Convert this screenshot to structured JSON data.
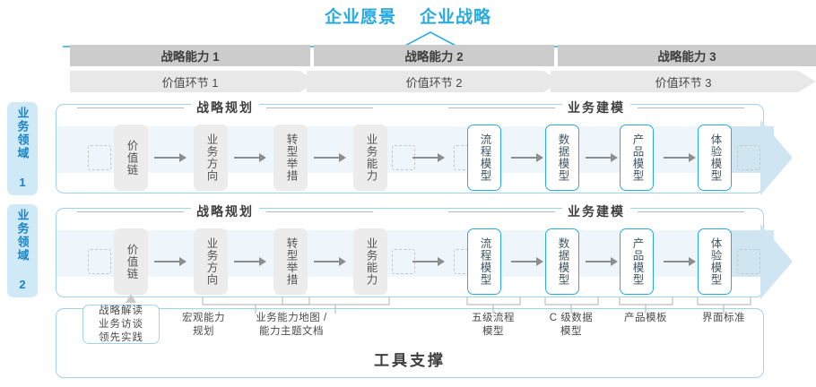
{
  "header": {
    "titles": [
      "企业愿景",
      "企业战略"
    ]
  },
  "capabilities": [
    {
      "label": "战略能力 1"
    },
    {
      "label": "战略能力 2"
    },
    {
      "label": "战略能力 3"
    }
  ],
  "value_chain": [
    {
      "label": "价值环节 1"
    },
    {
      "label": "价值环节 2"
    },
    {
      "label": "价值环节 3"
    }
  ],
  "domains": [
    {
      "label": "业务领域 1"
    },
    {
      "label": "业务领域 2"
    }
  ],
  "sections": [
    {
      "label": "战略规划"
    },
    {
      "label": "业务建模"
    }
  ],
  "nodes": {
    "planning": [
      "价值链",
      "业务方向",
      "转型举措",
      "业务能力"
    ],
    "modeling": [
      "流程模型",
      "数据模型",
      "产品模型",
      "体验模型"
    ]
  },
  "tools": {
    "title": "工具支撑",
    "box": "战略解读\n业务访谈\n领先实践",
    "box_lines": [
      "战略解读",
      "业务访谈",
      "领先实践"
    ],
    "labels": [
      {
        "lines": [
          "宏观能力",
          "规划"
        ]
      },
      {
        "lines": [
          "业务能力地图 /",
          "能力主题文档"
        ]
      },
      {
        "lines": [
          "五级流程",
          "模型"
        ]
      },
      {
        "lines": [
          "C 级数据",
          "模型"
        ]
      },
      {
        "lines": [
          "产品模板"
        ]
      },
      {
        "lines": [
          "界面标准"
        ]
      }
    ]
  },
  "colors": {
    "accent": "#29ABE2",
    "capability_bar": "#cccccc",
    "value_chain_bar": "#e8e8e8",
    "panel_border": "#9fd4ea",
    "band": "#eef6fb",
    "arrow_band": "#cfe6f2",
    "node_grey": "#ececec",
    "domain_tab": "#cfe9f7"
  }
}
